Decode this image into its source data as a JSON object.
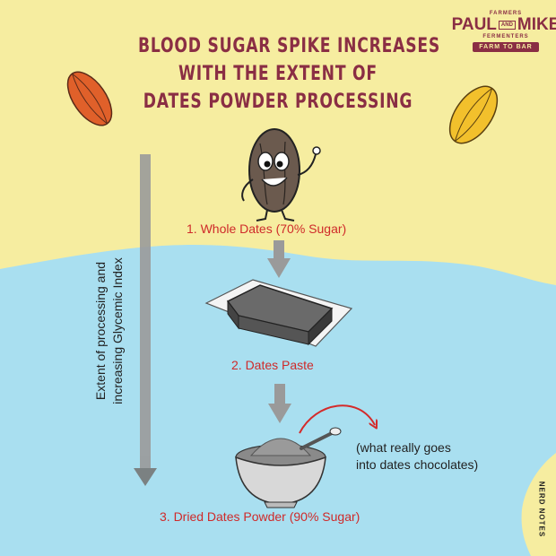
{
  "title_lines": [
    "BLOOD SUGAR SPIKE INCREASES",
    "WITH THE EXTENT OF",
    "DATES POWDER PROCESSING"
  ],
  "logo": {
    "top_text": "FARMERS",
    "brand_left": "PAUL",
    "brand_and": "AND",
    "brand_right": "MIKE",
    "bottom_text": "FERMENTERS",
    "tagline": "FARM TO BAR"
  },
  "steps": [
    {
      "label": "1. Whole Dates (70% Sugar)",
      "icon": "date-fruit-character-icon"
    },
    {
      "label": "2. Dates Paste",
      "icon": "dates-paste-block-icon"
    },
    {
      "label": "3. Dried Dates Powder (90% Sugar)",
      "icon": "powder-bowl-icon"
    }
  ],
  "note_lines": [
    "(what really goes",
    "into dates chocolates)"
  ],
  "side_label_lines": [
    "Extent of processing and",
    "increasing Glycemic Index"
  ],
  "corner_label": "NERD NOTES",
  "colors": {
    "background_yellow": "#f6eda0",
    "background_blue": "#a9dff0",
    "title": "#8a2e44",
    "step_label": "#cf2a2a",
    "arrow_gray": "#9a9a9a",
    "cocoa_orange": "#e0602a",
    "cocoa_yellow": "#f2c02c"
  }
}
